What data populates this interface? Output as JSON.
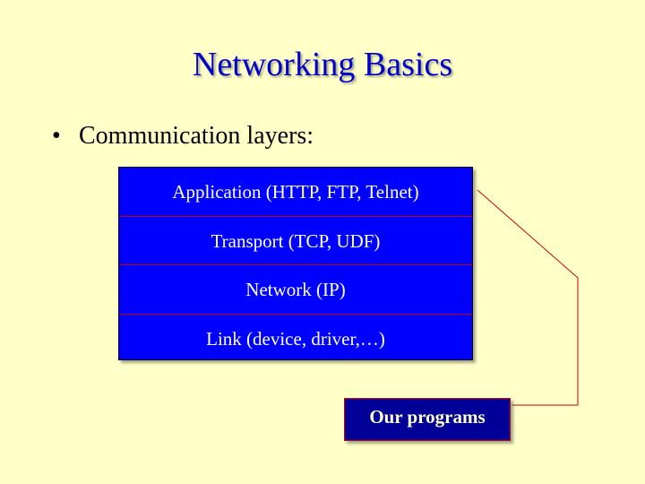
{
  "title": "Networking Basics",
  "bullet": {
    "marker": "•",
    "text": "Communication layers:"
  },
  "layers": [
    {
      "label": "Application (HTTP, FTP, Telnet)"
    },
    {
      "label": "Transport (TCP, UDF)"
    },
    {
      "label": "Network (IP)"
    },
    {
      "label": "Link (device, driver,…)"
    }
  ],
  "programs_label": "Our programs",
  "colors": {
    "background": "#FFFFC8",
    "title": "#0000CC",
    "layer_fill": "#0000FF",
    "layer_divider": "#CC0000",
    "programs_fill": "#000099",
    "connector": "#CC0000"
  }
}
